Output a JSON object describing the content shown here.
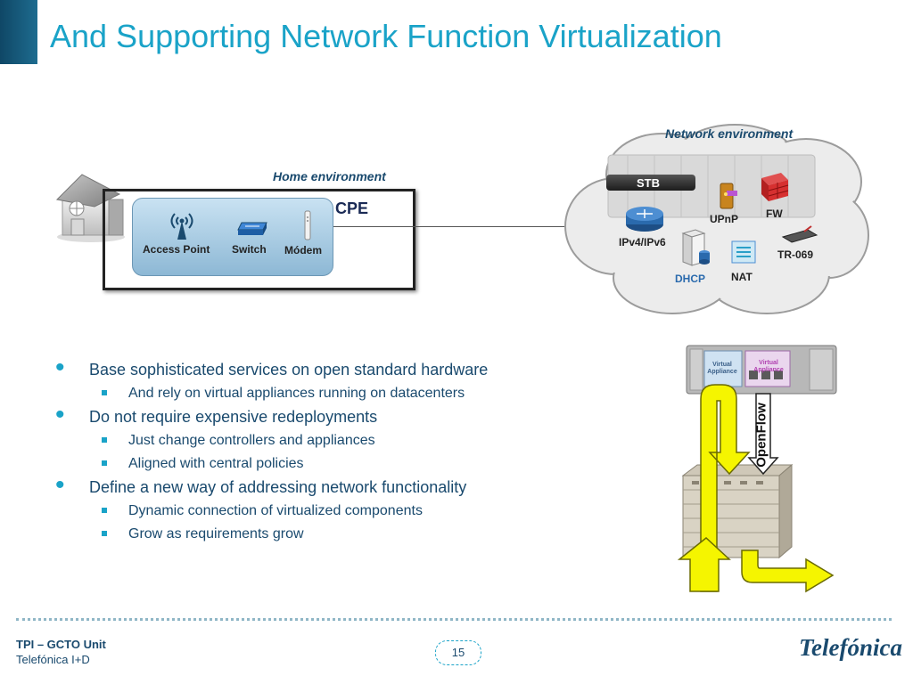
{
  "slide": {
    "title": "And Supporting Network Function Virtualization",
    "page_number": "15"
  },
  "diagram": {
    "home_environment_label": "Home environment",
    "network_environment_label": "Network environment",
    "cpe_label": "CPE",
    "cpe_items": [
      "Access Point",
      "Switch",
      "Módem"
    ],
    "network_items": {
      "stb": "STB",
      "upnp": "UPnP",
      "fw": "FW",
      "ipv4_ipv6": "IPv4/IPv6",
      "tr069": "TR-069",
      "dhcp": "DHCP",
      "nat": "NAT"
    },
    "openflow_label": "OpenFlow",
    "appliance_labels": [
      "Virtual Appliance",
      "Virtual Appliance"
    ],
    "colors": {
      "accent": "#1aa3c8",
      "dark_blue": "#1a4a6e",
      "arrow_yellow": "#f5f500"
    }
  },
  "bullets": [
    {
      "text": "Base sophisticated services on open standard hardware",
      "sub": [
        "And rely on virtual appliances running on datacenters"
      ]
    },
    {
      "text": "Do not require expensive redeployments",
      "sub": [
        "Just change controllers and appliances",
        "Aligned with central policies"
      ]
    },
    {
      "text": "Define a new way of addressing network functionality",
      "sub": [
        "Dynamic connection of virtualized components",
        "Grow as requirements grow"
      ]
    }
  ],
  "footer": {
    "unit": "TPI – GCTO Unit",
    "org": "Telefónica I+D",
    "logo_text": "Telefónica"
  }
}
